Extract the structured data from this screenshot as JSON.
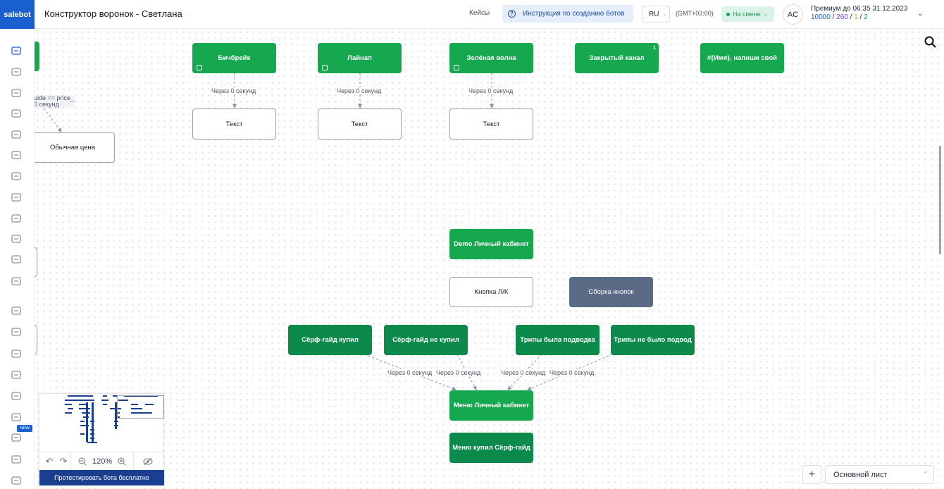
{
  "header": {
    "logo": "salebot",
    "title": "Конструктор воронок - Светлана",
    "cases": "Кейсы",
    "instruction": "Инструкция по созданию ботов",
    "language": "RU",
    "timezone": "(GMT+03:00)",
    "shift_status": "На смене",
    "avatar": "AC",
    "premium": "Премиум до 06:35 31.12.2023",
    "counts": {
      "a": "10000",
      "b": "260",
      "c": "1",
      "d": "2"
    }
  },
  "sidebar": {
    "icons": [
      "funnel-icon",
      "users-icon",
      "target-icon",
      "table-icon",
      "list-icon",
      "mail-icon",
      "briefcase-icon",
      "graduation-icon",
      "tv-icon",
      "bar-chart-icon",
      "calendar-icon",
      "database-icon",
      "chat-icon",
      "network-icon",
      "card-icon",
      "phone-icon",
      "grid-icon",
      "list-check-icon",
      "tag-icon",
      "cloud-icon",
      "clipboard-icon"
    ],
    "new_badge": "NEW"
  },
  "nodes": {
    "bichbreik": "Бичбрейк",
    "lainap": "Лайнап",
    "zelenaya": "Зелёная волна",
    "zakryty": "Закрытый канал",
    "zakryty_badge": "1",
    "imya": "#{Имя}, напиши свой",
    "text1": "Текст",
    "text2": "Текст",
    "text3": "Текст",
    "obychnaya": "Обычная цена",
    "demo": "Demo Личный кабинет",
    "knopka": "Кнопка Л/К",
    "sborka": "Сборка кнопок",
    "serf_kupil": "Сёрф-гайд купил",
    "serf_ne_kupil": "Сёрф-гайд не купил",
    "tripy_byla": "Трипы была подводка",
    "tripy_ne_bylo": "Трипы не было подвод",
    "menu_lk": "Меню Личный кабинет",
    "menu_kupil": "Меню купил Сёрф-гайд"
  },
  "edges": {
    "e1": "Через 0 секунд",
    "e2": "Через 0 секунд",
    "e3": "Через 0 секунд",
    "cond_line1": "uide == price_",
    "cond_line2": "0 секунд",
    "e4": "Через 0 секунд",
    "e5": "Через 0 секунд",
    "e6": "Через 0 секунд",
    "e7": "Через 0 секунд"
  },
  "minimap": {
    "zoom": "120%",
    "test_button": "Протестировать бота бесплатно"
  },
  "footer": {
    "add": "+",
    "sheet": "Основной лист"
  },
  "colors": {
    "brand": "#1a5fd0",
    "node_green": "#15a84f",
    "node_dark": "#0c8a4c",
    "node_gray": "#5b6b86"
  }
}
